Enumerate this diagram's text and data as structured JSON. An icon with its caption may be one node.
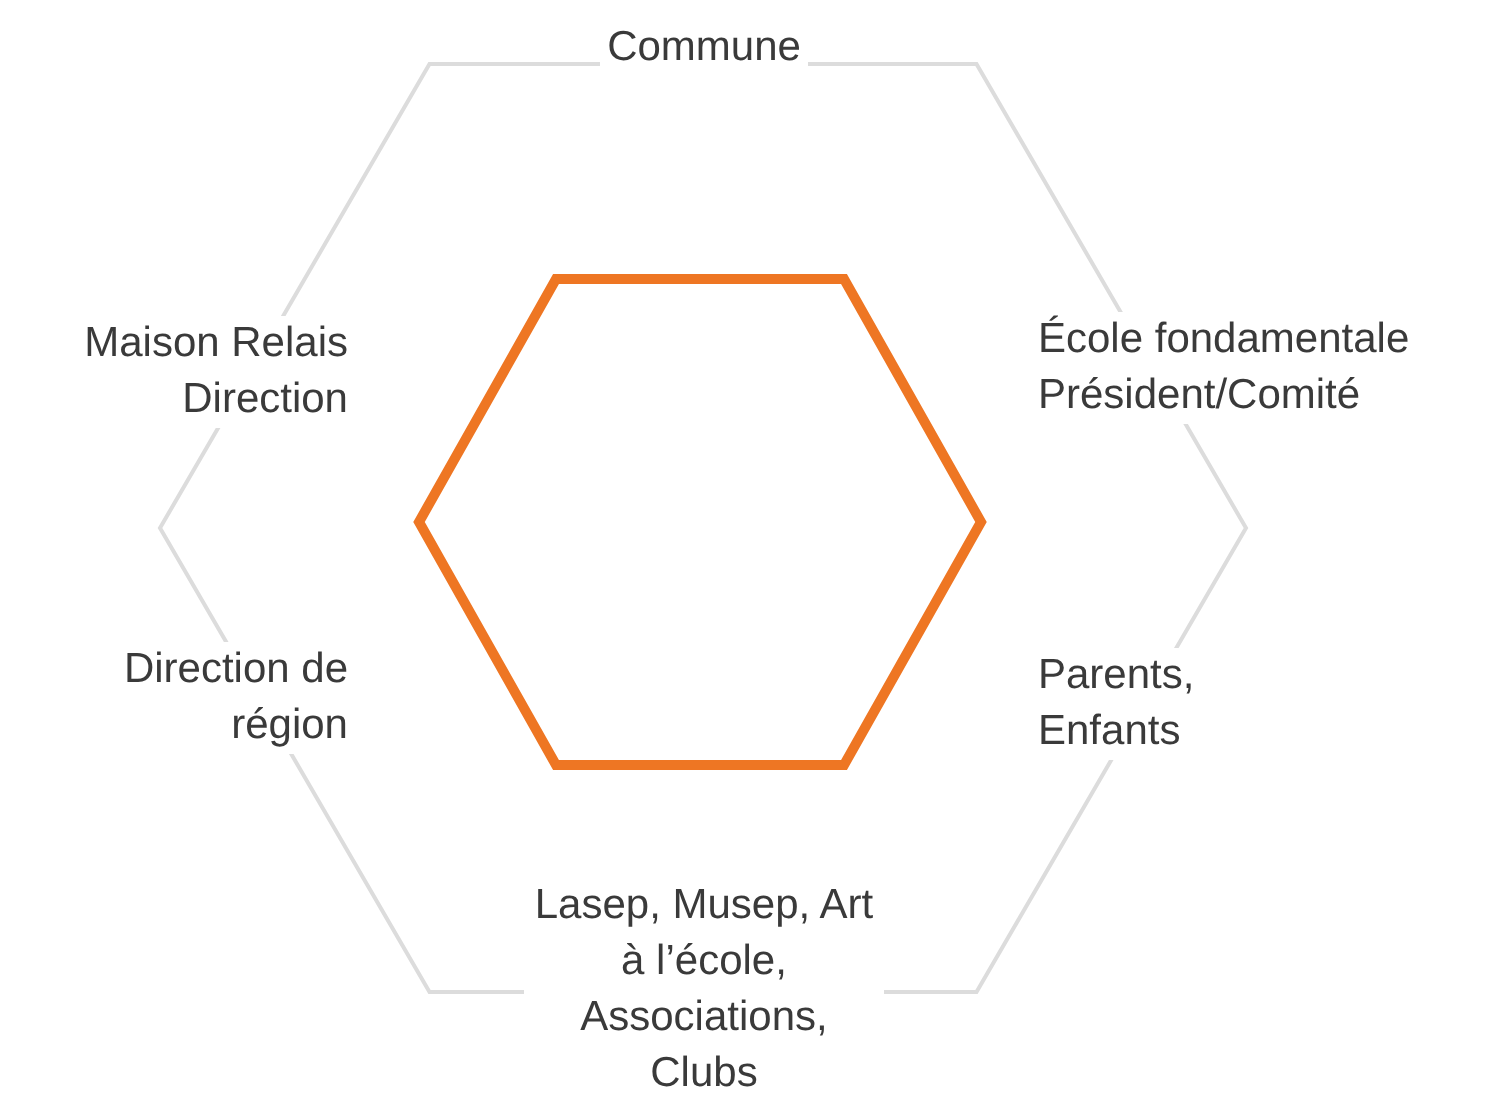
{
  "diagram": {
    "nodes": [
      {
        "text": [],
        "shape": "hexagon"
      },
      {
        "text": [],
        "shape": "hexagon",
        "in": 0
      }
    ],
    "labels": [
      "Commune",
      "Maison Relais Direction",
      "École fondamentale Président/Comité",
      "Direction de région",
      "Parents, Enfants",
      "Lasep, Musep, Art à l’école, Associations, Clubs"
    ]
  }
}
